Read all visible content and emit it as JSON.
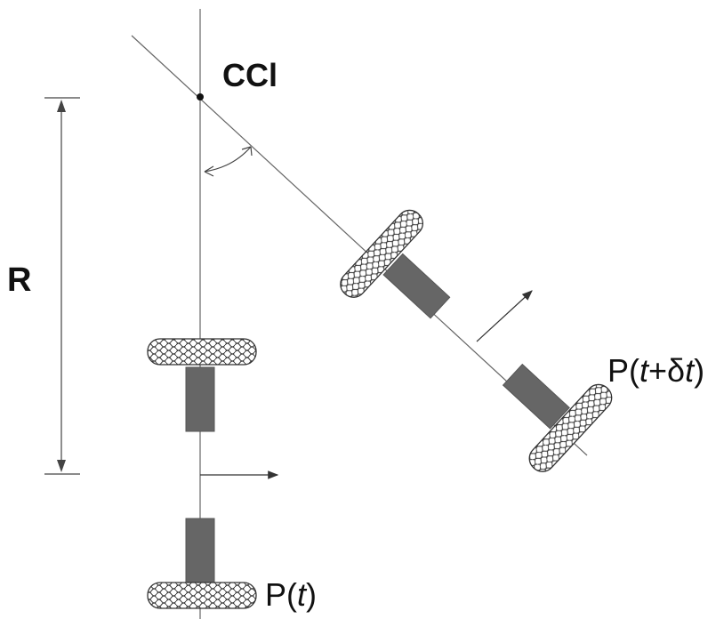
{
  "labels": {
    "center": "CCl",
    "radius": "R",
    "start_pose": {
      "prefix": "P(",
      "var": "t",
      "suffix": ")"
    },
    "end_pose": {
      "prefix": "P(",
      "var": "t",
      "plus": "+",
      "delta": "δ",
      "var2": "t",
      "suffix": ")"
    }
  },
  "colors": {
    "line": "#666666",
    "axle": "#666666",
    "tread": "#333333",
    "text": "#111111"
  }
}
